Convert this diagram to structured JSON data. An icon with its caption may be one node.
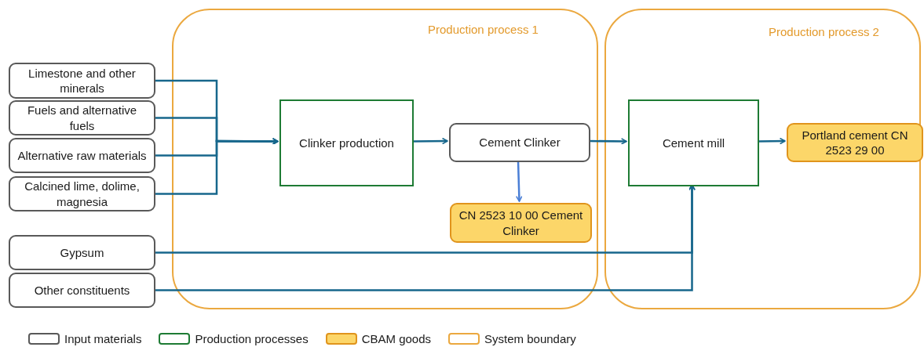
{
  "diagram": {
    "nodes": [
      {
        "text": [
          "Limestone and other minerals"
        ]
      },
      {
        "text": [
          "Fuels and alternative fuels"
        ]
      },
      {
        "text": [
          "Alternative raw materials"
        ]
      },
      {
        "text": [
          "Calcined lime, dolime, magnesia"
        ]
      },
      {
        "text": [
          "Gypsum"
        ]
      },
      {
        "text": [
          "Other constituents"
        ]
      },
      {
        "text": [
          "Production process 1"
        ]
      },
      {
        "text": [
          "Clinker production"
        ],
        "in": 6
      },
      {
        "text": [
          "Cement Clinker"
        ],
        "in": 6
      },
      {
        "text": [
          "CN 2523 10 00 Cement Clinker"
        ],
        "in": 6
      },
      {
        "text": [
          "Production process 2"
        ]
      },
      {
        "text": [
          "Cement mill"
        ],
        "in": 10
      },
      {
        "text": [
          "Portland cement CN 2523 29 00"
        ],
        "in": 10
      }
    ],
    "edges": [
      {
        "from": 0,
        "to": 7,
        "arrow": "to"
      },
      {
        "from": 1,
        "to": 7,
        "arrow": "to"
      },
      {
        "from": 2,
        "to": 7,
        "arrow": "to"
      },
      {
        "from": 3,
        "to": 7,
        "arrow": "to"
      },
      {
        "from": 7,
        "to": 8,
        "arrow": "to"
      },
      {
        "from": 8,
        "to": 9,
        "arrow": "to",
        "color": "#4a7fd6"
      },
      {
        "from": 8,
        "to": 11,
        "arrow": "to"
      },
      {
        "from": 11,
        "to": 12,
        "arrow": "to"
      },
      {
        "from": 4,
        "to": 11,
        "arrow": "to"
      },
      {
        "from": 5,
        "to": 11,
        "arrow": "to"
      }
    ],
    "legend": [
      {
        "text": "Input materials",
        "color": "#595959"
      },
      {
        "text": "Production processes",
        "color": "#1e7b34"
      },
      {
        "text": "CBAM goods",
        "color": "#fcd669"
      },
      {
        "text": "System boundary",
        "color": "#eba83f"
      }
    ]
  }
}
